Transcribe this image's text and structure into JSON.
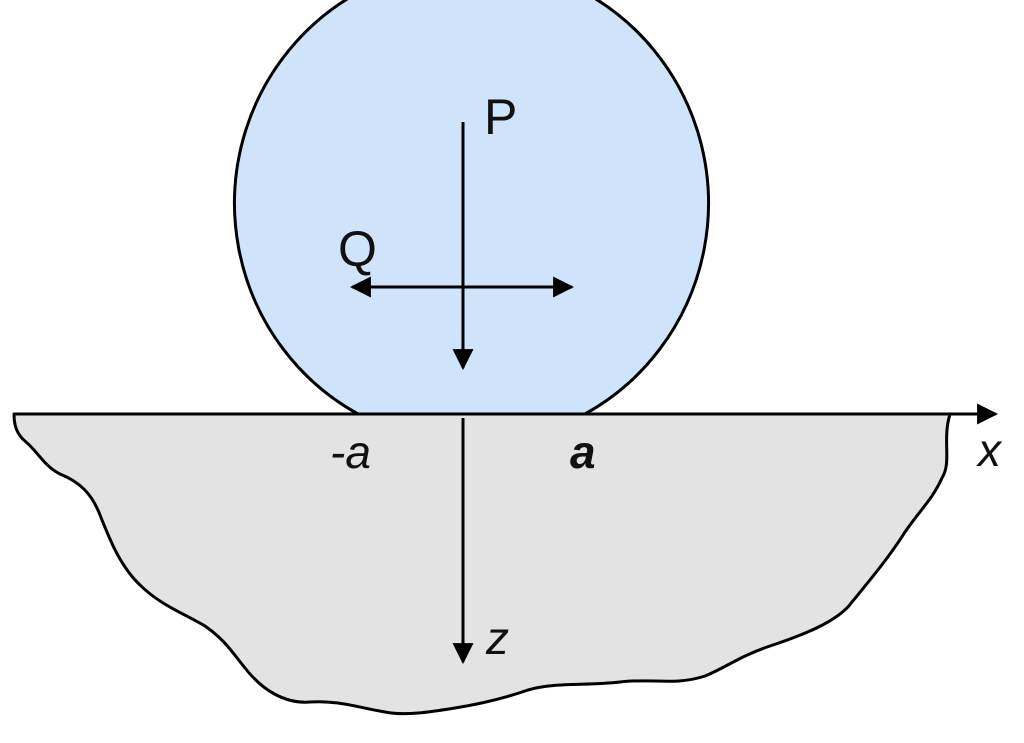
{
  "diagram": {
    "labels": {
      "normal_force": "P",
      "tangential_force": "Q",
      "contact_left": "-a",
      "contact_right": "a",
      "x_axis": "x",
      "z_axis": "z"
    },
    "colors": {
      "sphere_fill": "#cfe3fa",
      "substrate_fill": "#e3e3e3",
      "stroke": "#000000"
    }
  }
}
